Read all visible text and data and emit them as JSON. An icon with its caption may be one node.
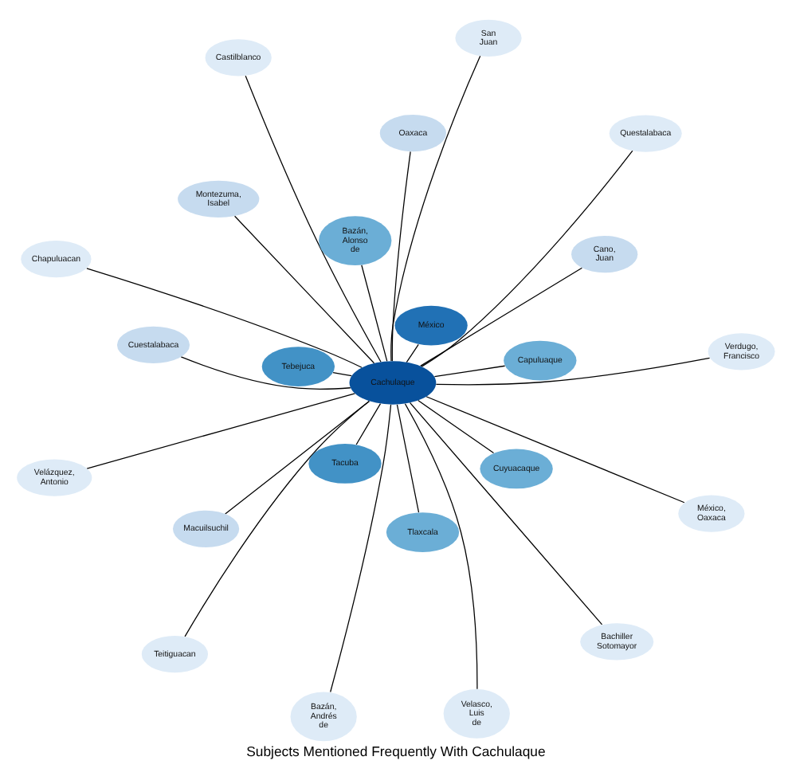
{
  "diagram": {
    "title": "Subjects Mentioned Frequently With Cachulaque",
    "nodes": [
      {
        "text": [
          "Velázquez, Antonio"
        ]
      },
      {
        "text": [
          "Verdugo, Francisco"
        ]
      },
      {
        "text": [
          "Bazán, Andrés de"
        ]
      },
      {
        "text": [
          "Oaxaca"
        ]
      },
      {
        "text": [
          "Capuluaque"
        ]
      },
      {
        "text": [
          "Montezuma, Isabel"
        ]
      },
      {
        "text": [
          "Teitiguacan"
        ]
      },
      {
        "text": [
          "México, Oaxaca"
        ]
      },
      {
        "text": [
          "Tacuba"
        ]
      },
      {
        "text": [
          "Tlaxcala"
        ]
      },
      {
        "text": [
          "Velasco, Luis de"
        ]
      },
      {
        "text": [
          "Tebejuca"
        ]
      },
      {
        "text": [
          "Cachulaque"
        ]
      },
      {
        "text": [
          "Cano, Juan"
        ]
      },
      {
        "text": [
          "México"
        ]
      },
      {
        "text": [
          "Bachiller Sotomayor"
        ]
      },
      {
        "text": [
          "Cuyuacaque"
        ]
      },
      {
        "text": [
          "Castilblanco"
        ]
      },
      {
        "text": [
          "Cuestalabaca"
        ]
      },
      {
        "text": [
          "Bazán, Alonso de"
        ]
      },
      {
        "text": [
          "Chapuluacan"
        ]
      },
      {
        "text": [
          "Macuilsuchil"
        ]
      },
      {
        "text": [
          "San Juan"
        ]
      },
      {
        "text": [
          "Questalabaca"
        ]
      }
    ],
    "edges": [
      {
        "from": 12,
        "to": 0,
        "arrow": "none"
      },
      {
        "from": 12,
        "to": 1,
        "arrow": "none"
      },
      {
        "from": 12,
        "to": 2,
        "arrow": "none"
      },
      {
        "from": 12,
        "to": 3,
        "arrow": "none"
      },
      {
        "from": 12,
        "to": 4,
        "arrow": "none"
      },
      {
        "from": 12,
        "to": 5,
        "arrow": "none"
      },
      {
        "from": 12,
        "to": 6,
        "arrow": "none"
      },
      {
        "from": 12,
        "to": 7,
        "arrow": "none"
      },
      {
        "from": 12,
        "to": 8,
        "arrow": "none"
      },
      {
        "from": 12,
        "to": 9,
        "arrow": "none"
      },
      {
        "from": 12,
        "to": 10,
        "arrow": "none"
      },
      {
        "from": 12,
        "to": 11,
        "arrow": "none"
      },
      {
        "from": 12,
        "to": 13,
        "arrow": "none"
      },
      {
        "from": 12,
        "to": 14,
        "arrow": "none"
      },
      {
        "from": 12,
        "to": 15,
        "arrow": "none"
      },
      {
        "from": 12,
        "to": 16,
        "arrow": "none"
      },
      {
        "from": 12,
        "to": 17,
        "arrow": "none"
      },
      {
        "from": 12,
        "to": 18,
        "arrow": "none"
      },
      {
        "from": 12,
        "to": 19,
        "arrow": "none"
      },
      {
        "from": 12,
        "to": 20,
        "arrow": "none"
      },
      {
        "from": 12,
        "to": 21,
        "arrow": "none"
      },
      {
        "from": 12,
        "to": 22,
        "arrow": "none"
      },
      {
        "from": 12,
        "to": 23,
        "arrow": "none"
      }
    ]
  }
}
